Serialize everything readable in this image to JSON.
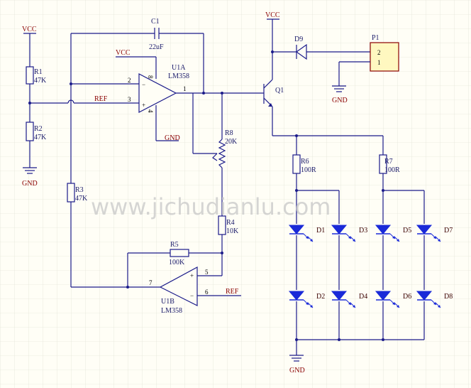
{
  "title": "",
  "watermark": "www.jichudianlu.com",
  "nets": {
    "vcc": "VCC",
    "gnd": "GND",
    "ref": "REF"
  },
  "components": {
    "r1": {
      "ref": "R1",
      "value": "47K"
    },
    "r2": {
      "ref": "R2",
      "value": "47K"
    },
    "r3": {
      "ref": "R3",
      "value": "47K"
    },
    "r4": {
      "ref": "R4",
      "value": "10K"
    },
    "r5": {
      "ref": "R5",
      "value": "100K"
    },
    "r6": {
      "ref": "R6",
      "value": "100R"
    },
    "r7": {
      "ref": "R7",
      "value": "100R"
    },
    "r8": {
      "ref": "R8",
      "value": "20K"
    },
    "c1": {
      "ref": "C1",
      "value": "22uF"
    },
    "u1a": {
      "ref": "U1A",
      "value": "LM358"
    },
    "u1b": {
      "ref": "U1B",
      "value": "LM358"
    },
    "q1": {
      "ref": "Q1"
    },
    "d9": {
      "ref": "D9"
    },
    "p1": {
      "ref": "P1",
      "pins": [
        "2",
        "1"
      ]
    },
    "leds": [
      "D1",
      "D2",
      "D3",
      "D4",
      "D5",
      "D6",
      "D7",
      "D8"
    ]
  },
  "pins": {
    "u1a_minus": "2",
    "u1a_plus": "3",
    "u1a_out": "1",
    "u1a_vcc": "8",
    "u1a_gnd": "4",
    "u1b_out": "7",
    "u1b_plus": "5",
    "u1b_minus": "6"
  }
}
